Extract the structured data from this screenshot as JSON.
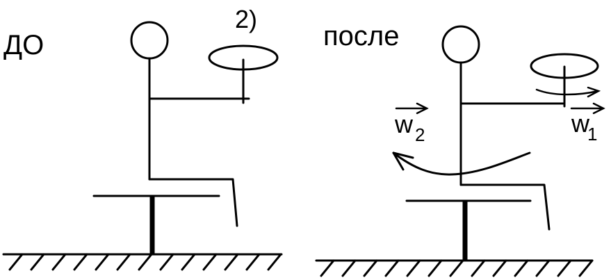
{
  "labels": {
    "before": "ДО",
    "after": "после",
    "figure_number": "2)",
    "omega1_letter": "w",
    "omega1_sub": "1",
    "omega2_letter": "w",
    "omega2_sub": "2"
  }
}
